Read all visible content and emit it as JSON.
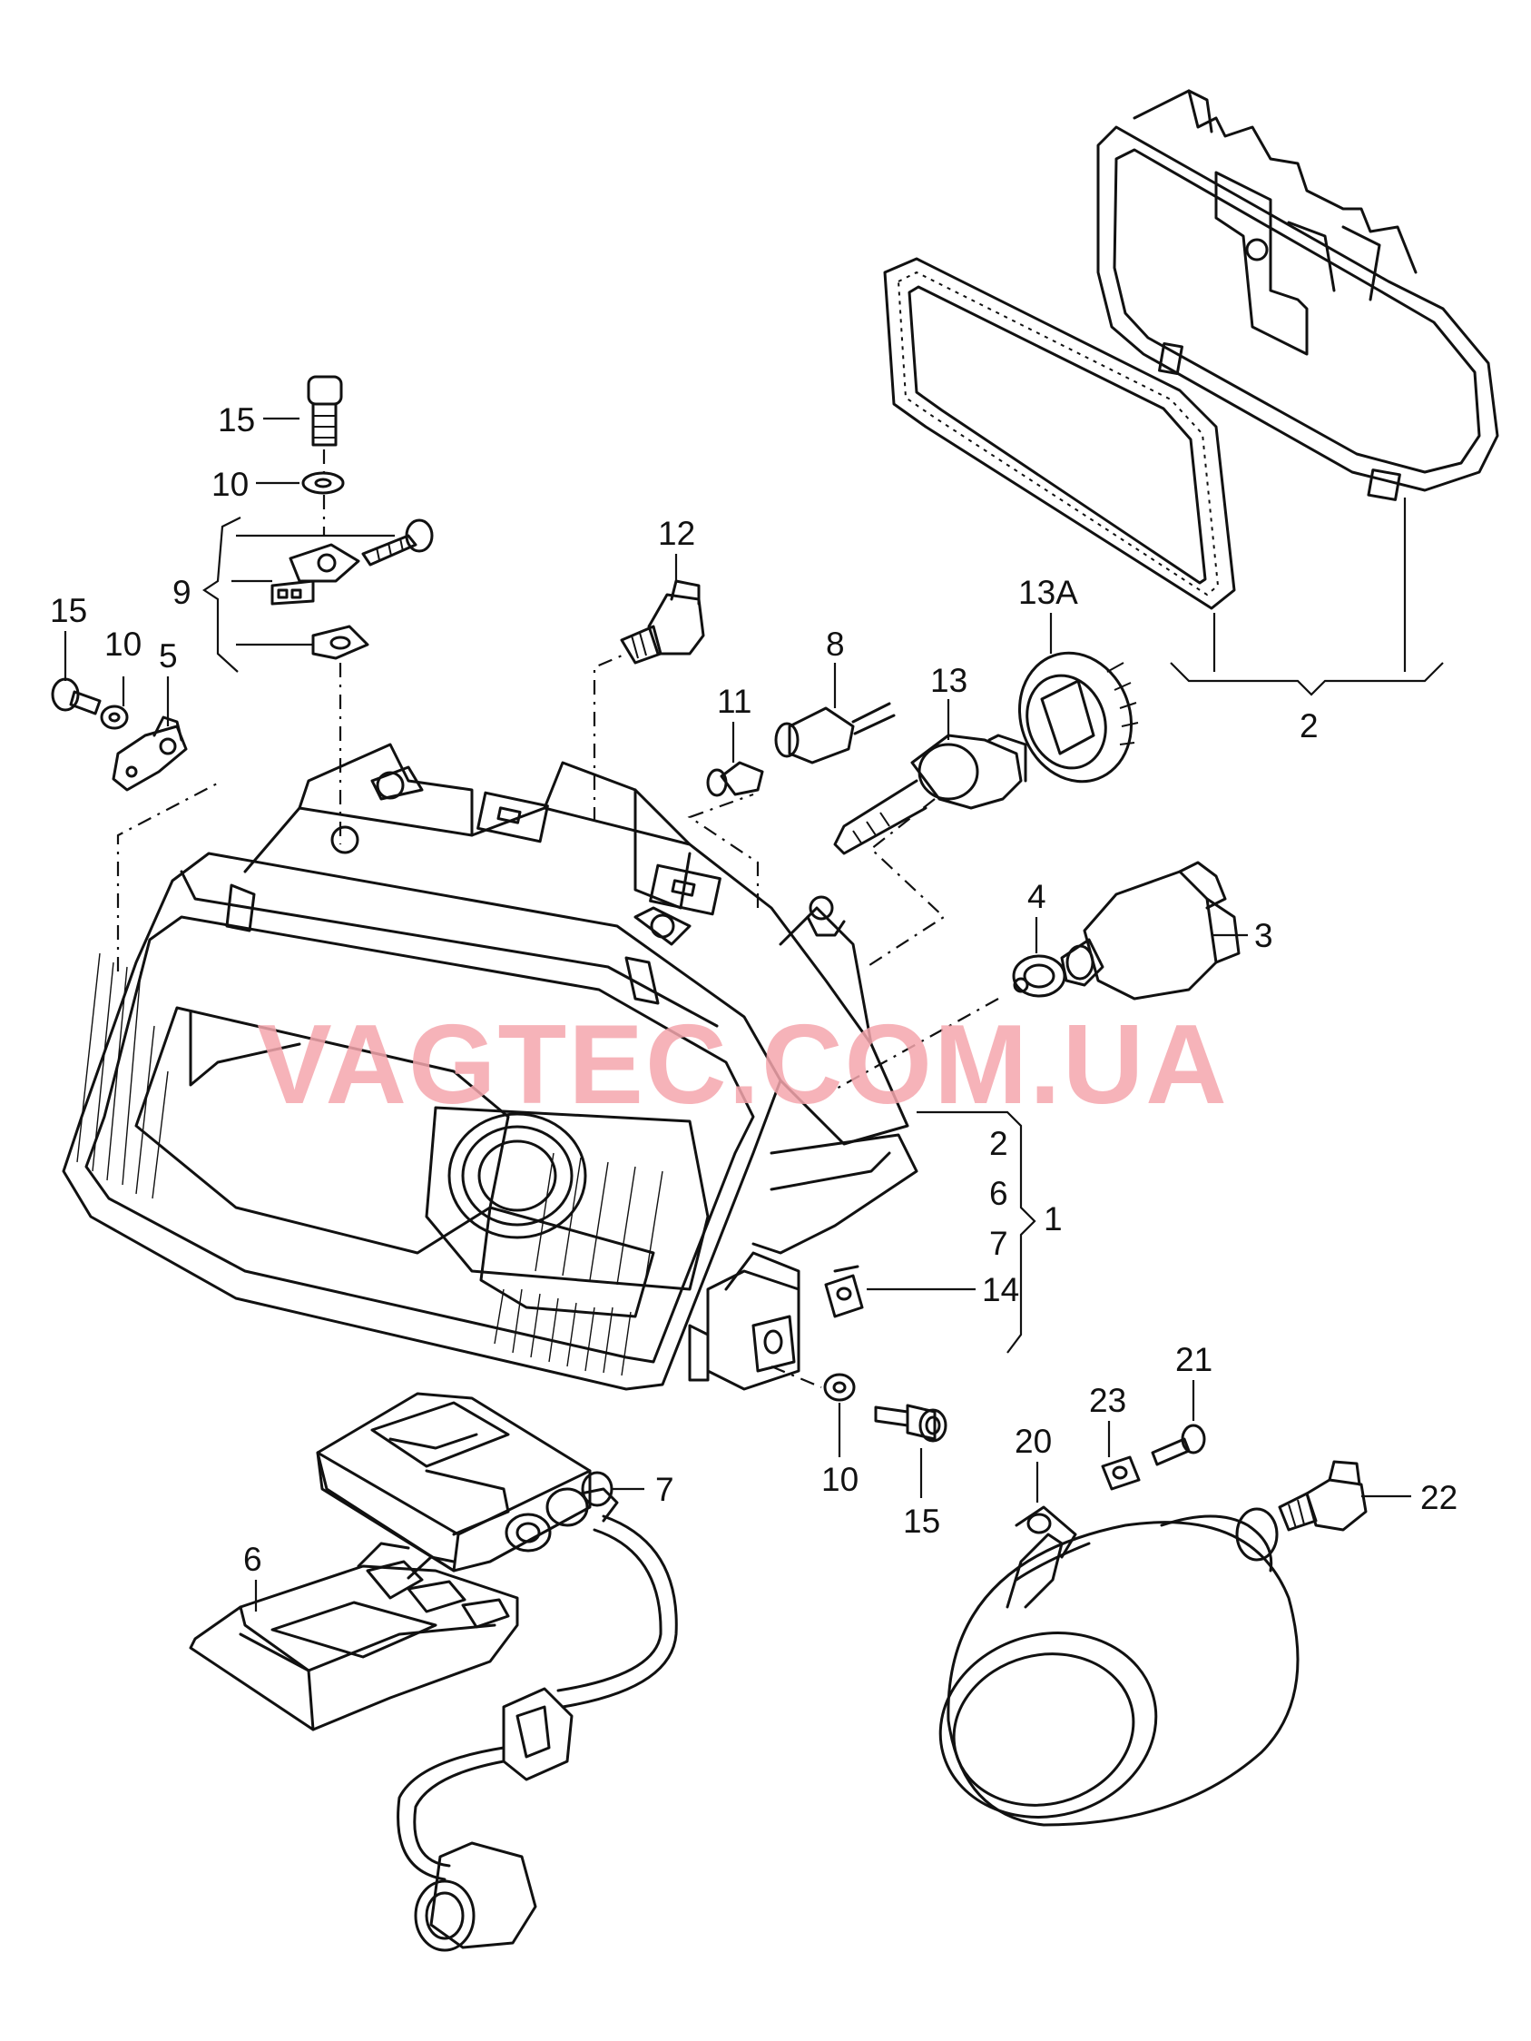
{
  "watermark": "VAGTEC.COM.UA",
  "callouts": [
    "1",
    "2",
    "2",
    "3",
    "4",
    "5",
    "6",
    "6",
    "7",
    "7",
    "8",
    "9",
    "10",
    "10",
    "10",
    "11",
    "12",
    "13",
    "13A",
    "14",
    "15",
    "15",
    "15",
    "20",
    "21",
    "22",
    "23"
  ],
  "labels": {
    "c15a": "15",
    "c10a": "10",
    "c9": "9",
    "c15b": "15",
    "c10b": "10",
    "c5": "5",
    "c12": "12",
    "c8": "8",
    "c11": "11",
    "c13": "13",
    "c13a": "13A",
    "c2top": "2",
    "c4": "4",
    "c3": "3",
    "c2": "2",
    "c6": "6",
    "c7": "7",
    "c1": "1",
    "c14": "14",
    "c10c": "10",
    "c15c": "15",
    "c7b": "7",
    "c6b": "6",
    "c20": "20",
    "c23": "23",
    "c21": "21",
    "c22": "22"
  },
  "colors": {
    "line": "#111111",
    "watermark": "#f4a6ad"
  }
}
